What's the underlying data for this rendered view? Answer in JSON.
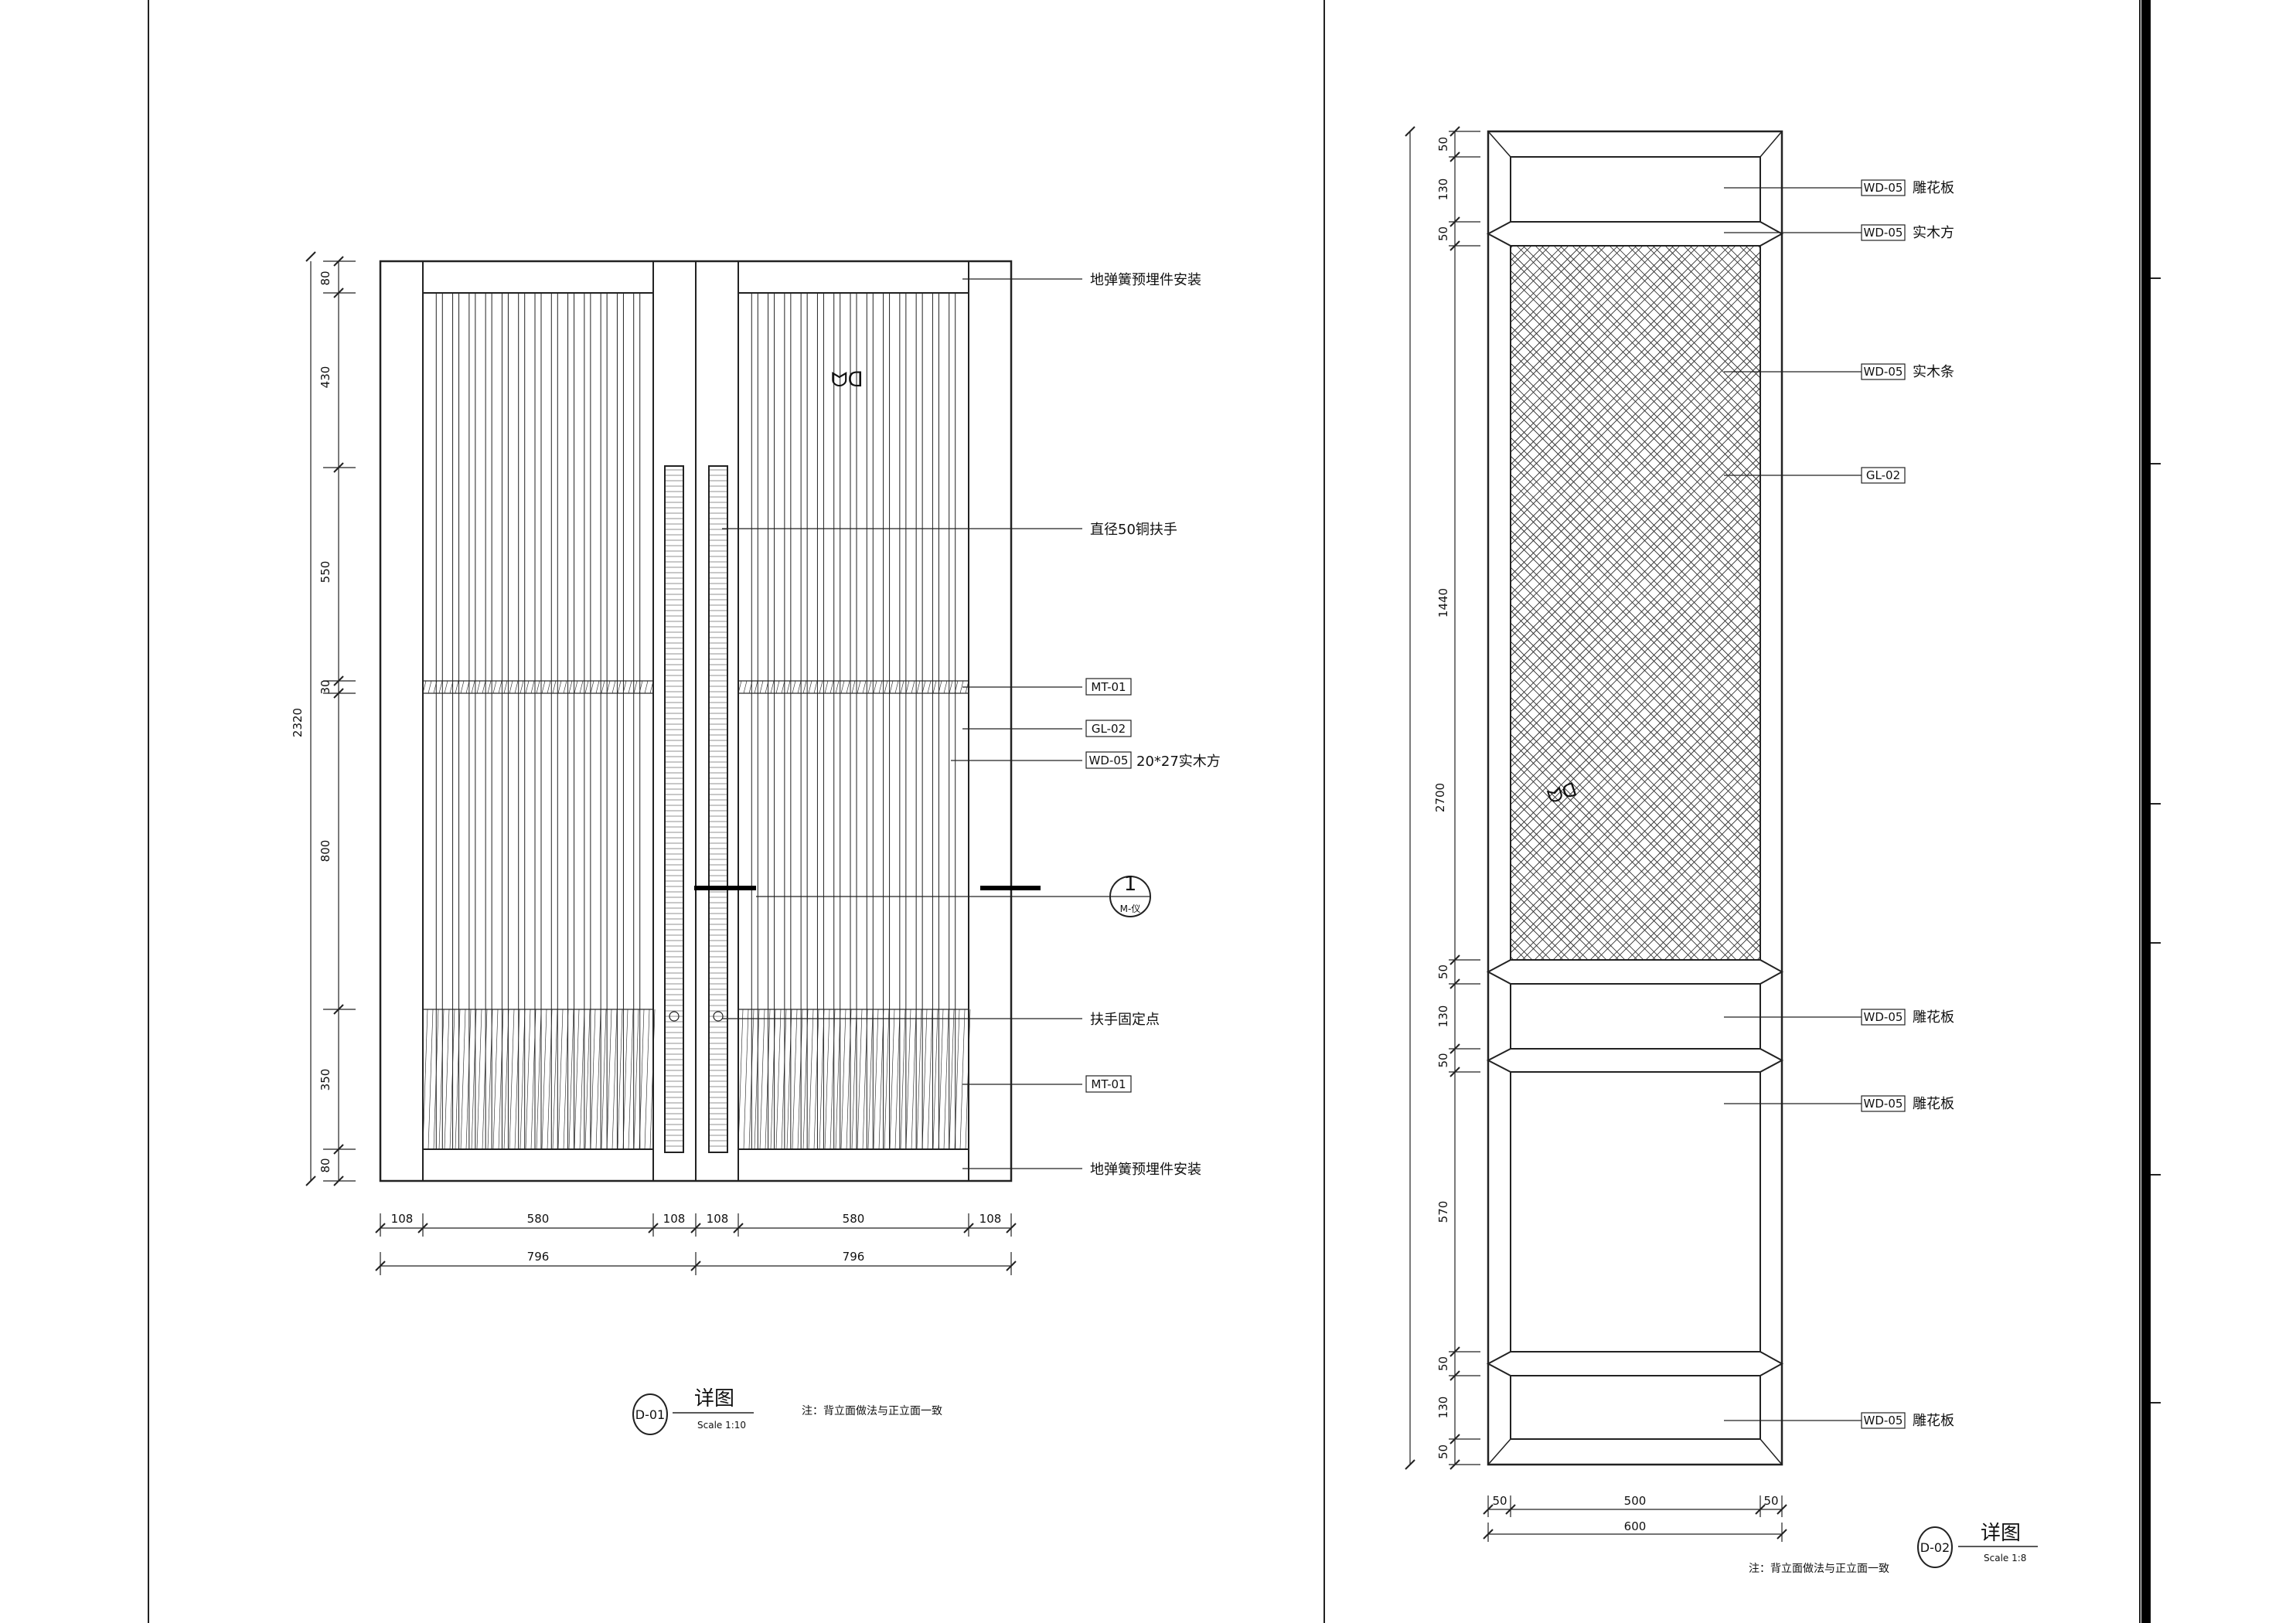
{
  "door_1": {
    "dims_vertical": [
      "80",
      "430",
      "550",
      "30",
      "800",
      "350",
      "80"
    ],
    "dim_total_height": "2320",
    "dims_horizontal": [
      "108",
      "580",
      "108",
      "108",
      "580",
      "108"
    ],
    "dims_panel_width": [
      "796",
      "796"
    ],
    "tags": {
      "mt01_a": "MT-01",
      "gl02": "GL-02",
      "wd05": "WD-05",
      "mt01_b": "MT-01"
    },
    "callouts": {
      "floor_spring_top": "地弹簧预埋件安装",
      "handle": "直径50铜扶手",
      "wd05_note": "20*27实木方",
      "handle_fix": "扶手固定点",
      "floor_spring_bottom": "地弹簧预埋件安装"
    },
    "opening_mark": "ᗢᗡ",
    "section_number": "1",
    "section_ref": "M-仪",
    "title_code": "D-01",
    "title": "详图",
    "scale": "Scale 1:10",
    "note": "注：背立面做法与正立面一致"
  },
  "door_2": {
    "dims_vertical": [
      "50",
      "130",
      "50",
      "1440",
      "50",
      "130",
      "50",
      "570",
      "50",
      "130",
      "50"
    ],
    "dim_total_height": "2700",
    "dims_horizontal": [
      "50",
      "500",
      "50"
    ],
    "dim_total_width": "600",
    "tags": [
      "WD-05",
      "WD-05",
      "WD-05",
      "GL-02",
      "WD-05",
      "WD-05",
      "WD-05"
    ],
    "labels": [
      "雕花板",
      "实木方",
      "实木条",
      "",
      "雕花板",
      "雕花板",
      "雕花板"
    ],
    "opening_mark": "ᗢᗡ",
    "title_code": "D-02",
    "title": "详图",
    "scale": "Scale 1:8",
    "note": "注：背立面做法与正立面一致"
  }
}
